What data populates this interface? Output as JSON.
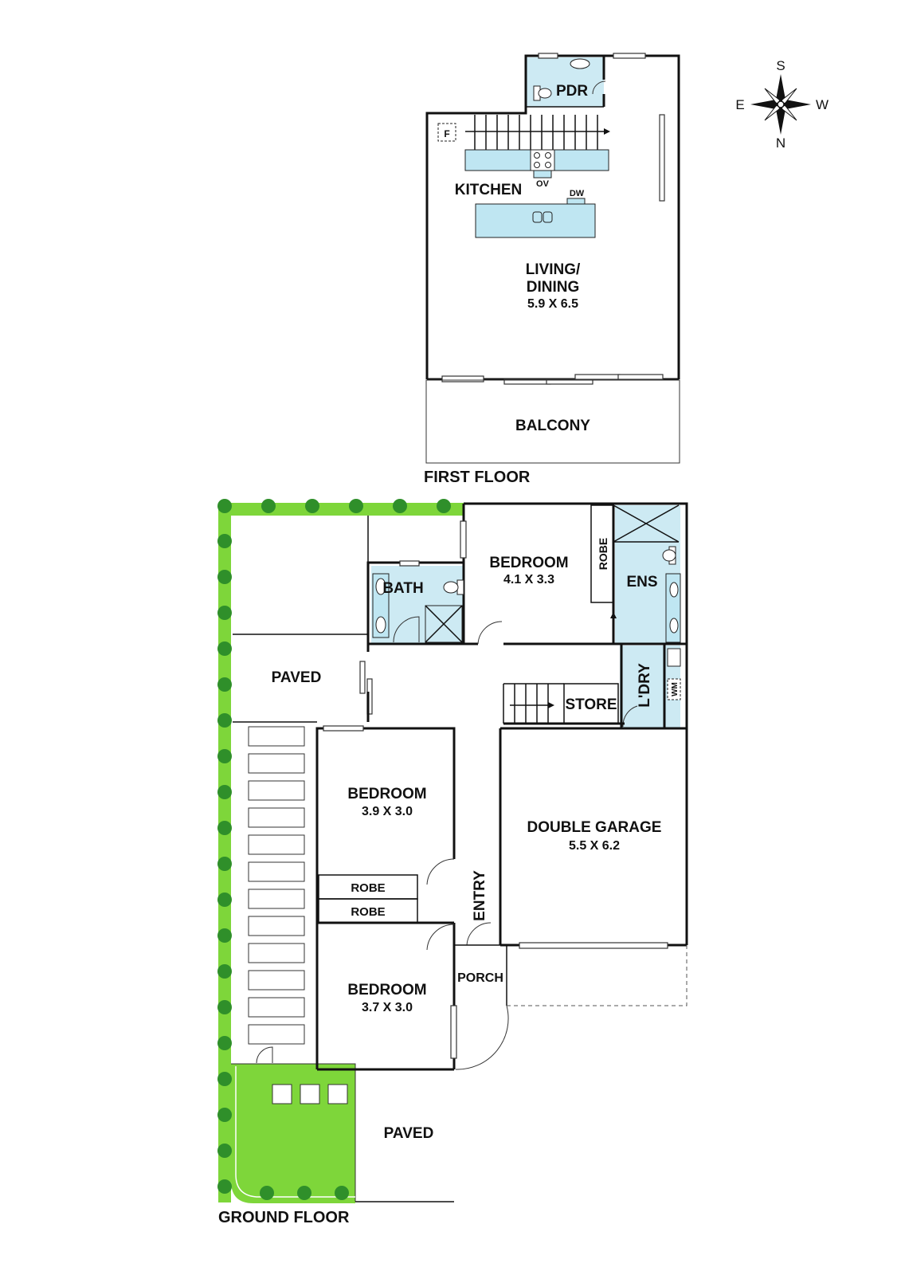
{
  "floors": {
    "first": {
      "heading": "FIRST FLOOR",
      "rooms": {
        "pdr": "PDR",
        "f": "F",
        "kitchen": "KITCHEN",
        "ov": "OV",
        "dw": "DW",
        "living_line1": "LIVING/",
        "living_line2": "DINING",
        "living_size": "5.9 X 6.5",
        "balcony": "BALCONY"
      }
    },
    "ground": {
      "heading": "GROUND FLOOR",
      "rooms": {
        "bath": "BATH",
        "bedroom1": "BEDROOM",
        "bedroom1_size": "4.1 X 3.3",
        "robe_ens": "ROBE",
        "ens": "ENS",
        "paved_top": "PAVED",
        "store": "STORE",
        "laundry": "L'DRY",
        "wm": "WM",
        "bedroom2": "BEDROOM",
        "bedroom2_size": "3.9 X 3.0",
        "robe1": "ROBE",
        "robe2": "ROBE",
        "entry": "ENTRY",
        "garage": "DOUBLE GARAGE",
        "garage_size": "5.5 X 6.2",
        "porch": "PORCH",
        "bedroom3": "BEDROOM",
        "bedroom3_size": "3.7 X 3.0",
        "paved_bottom": "PAVED"
      }
    }
  },
  "compass": {
    "north": "N",
    "south": "S",
    "east": "E",
    "west": "W"
  },
  "colors": {
    "wet_area": "#cdeaf3",
    "bench": "#bfe6f2",
    "garden": "#7ed63a",
    "hedge": "#2f8f2a"
  }
}
